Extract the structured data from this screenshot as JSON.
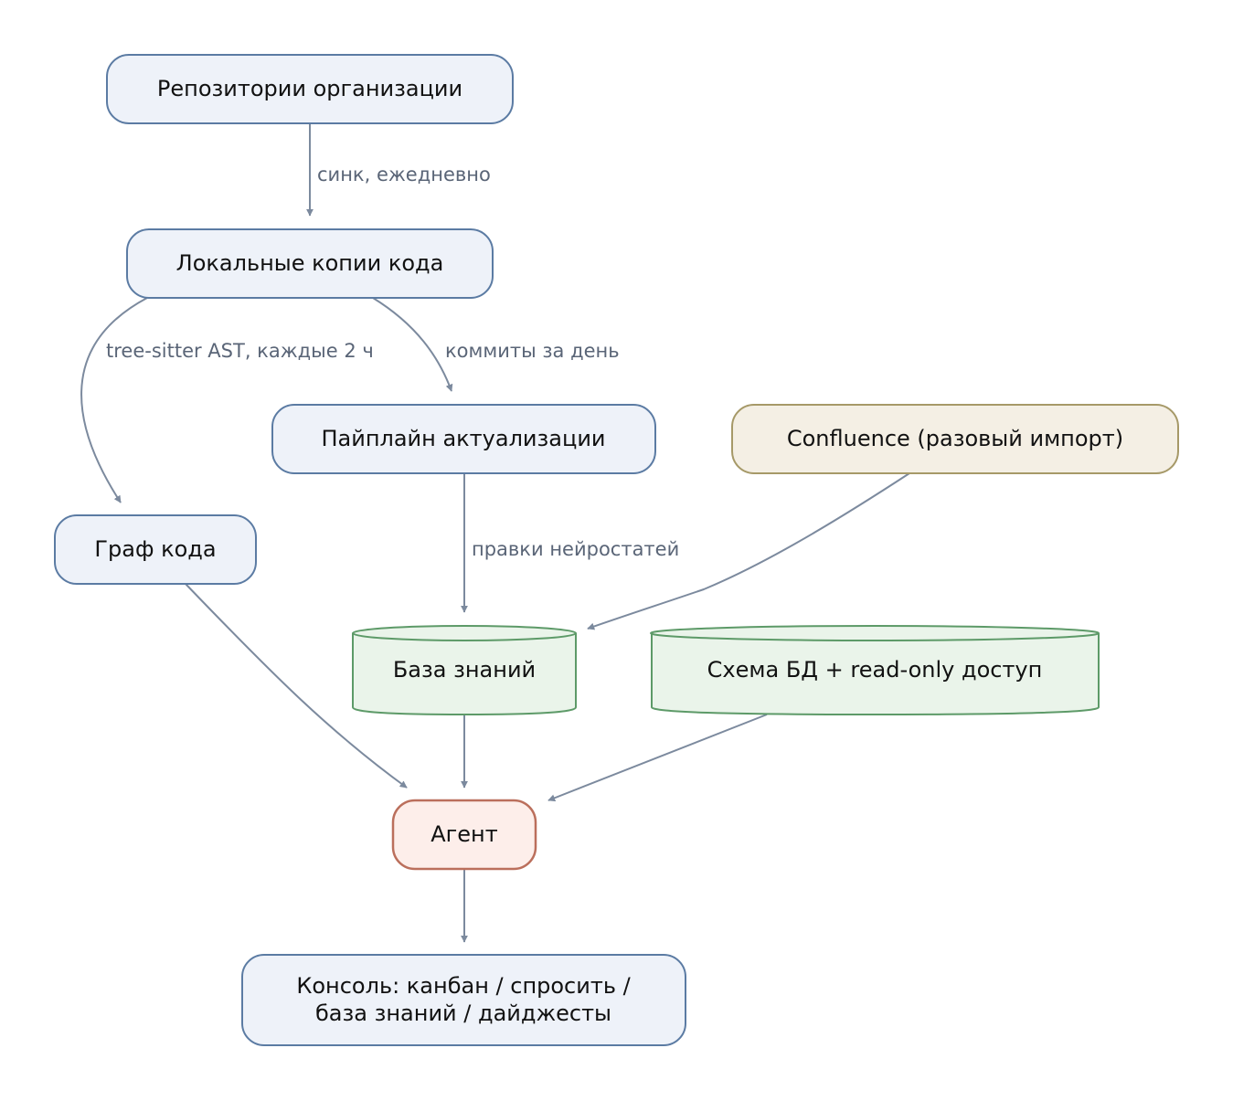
{
  "nodes": {
    "repos": {
      "label": "Репозитории организации"
    },
    "local": {
      "label": "Локальные копии кода"
    },
    "pipeline": {
      "label": "Пайплайн актуализации"
    },
    "confluence": {
      "label": "Confluence (разовый импорт)"
    },
    "graph": {
      "label": "Граф кода"
    },
    "kb": {
      "label": "База знаний"
    },
    "schema": {
      "label": "Схема БД + read-only доступ"
    },
    "agent": {
      "label": "Агент"
    },
    "console": {
      "line1": "Консоль: канбан / спросить /",
      "line2": "база знаний / дайджесты"
    }
  },
  "edges": {
    "repos_local": "синк, ежедневно",
    "local_graph": "tree-sitter AST, каждые 2 ч",
    "local_pipeline": "коммиты за день",
    "pipeline_kb": "правки нейростатей"
  },
  "colors": {
    "process_fill": "#eef2f9",
    "process_stroke": "#5b7ba3",
    "source_fill": "#f4efe4",
    "source_stroke": "#a69968",
    "store_fill": "#eaf4ea",
    "store_stroke": "#5d9a68",
    "agent_fill": "#fdeeea",
    "agent_stroke": "#bb6f5c",
    "edge": "#7c8a9e",
    "edge_label": "#5a6577"
  }
}
